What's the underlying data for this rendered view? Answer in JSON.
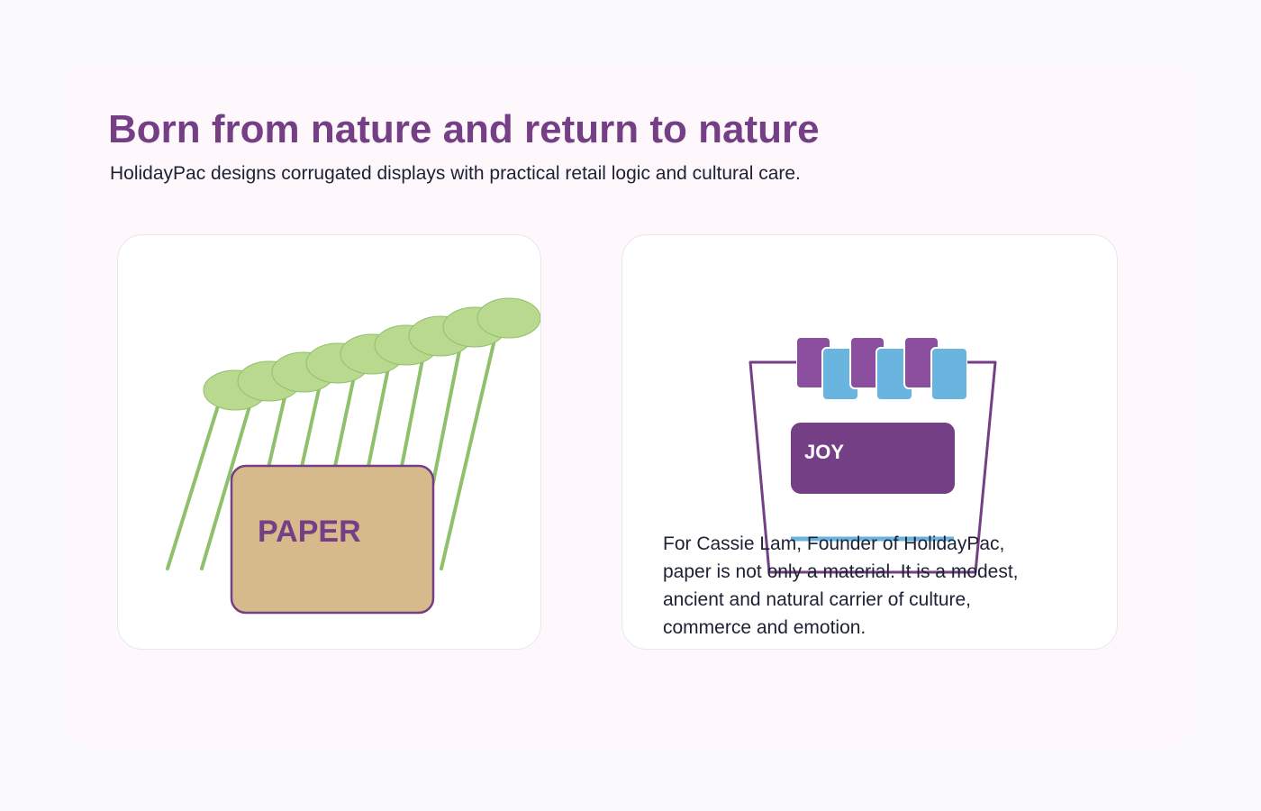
{
  "header": {
    "title": "Born from nature and return to nature",
    "subtitle": "HolidayPac designs corrugated displays with practical retail logic and cultural care."
  },
  "left_card": {
    "box_label": "PAPER",
    "icons": [
      "tree-icon",
      "paper-box-icon"
    ]
  },
  "right_card": {
    "sign_label": "JOY",
    "quote": "For Cassie Lam, Founder of HolidayPac, paper is not only a material. It is a modest, ancient and natural carrier of culture, commerce and emotion.",
    "icons": [
      "display-bin-icon",
      "product-card-icon",
      "sign-board-icon"
    ]
  },
  "colors": {
    "brand_purple": "#743f84",
    "leaf_green": "#b9da8e",
    "stem_green": "#8fc06c",
    "kraft": "#d6ba8c",
    "card_purple": "#8c4fa0",
    "card_blue": "#6ab4e0",
    "text_dark": "#1d2133"
  }
}
